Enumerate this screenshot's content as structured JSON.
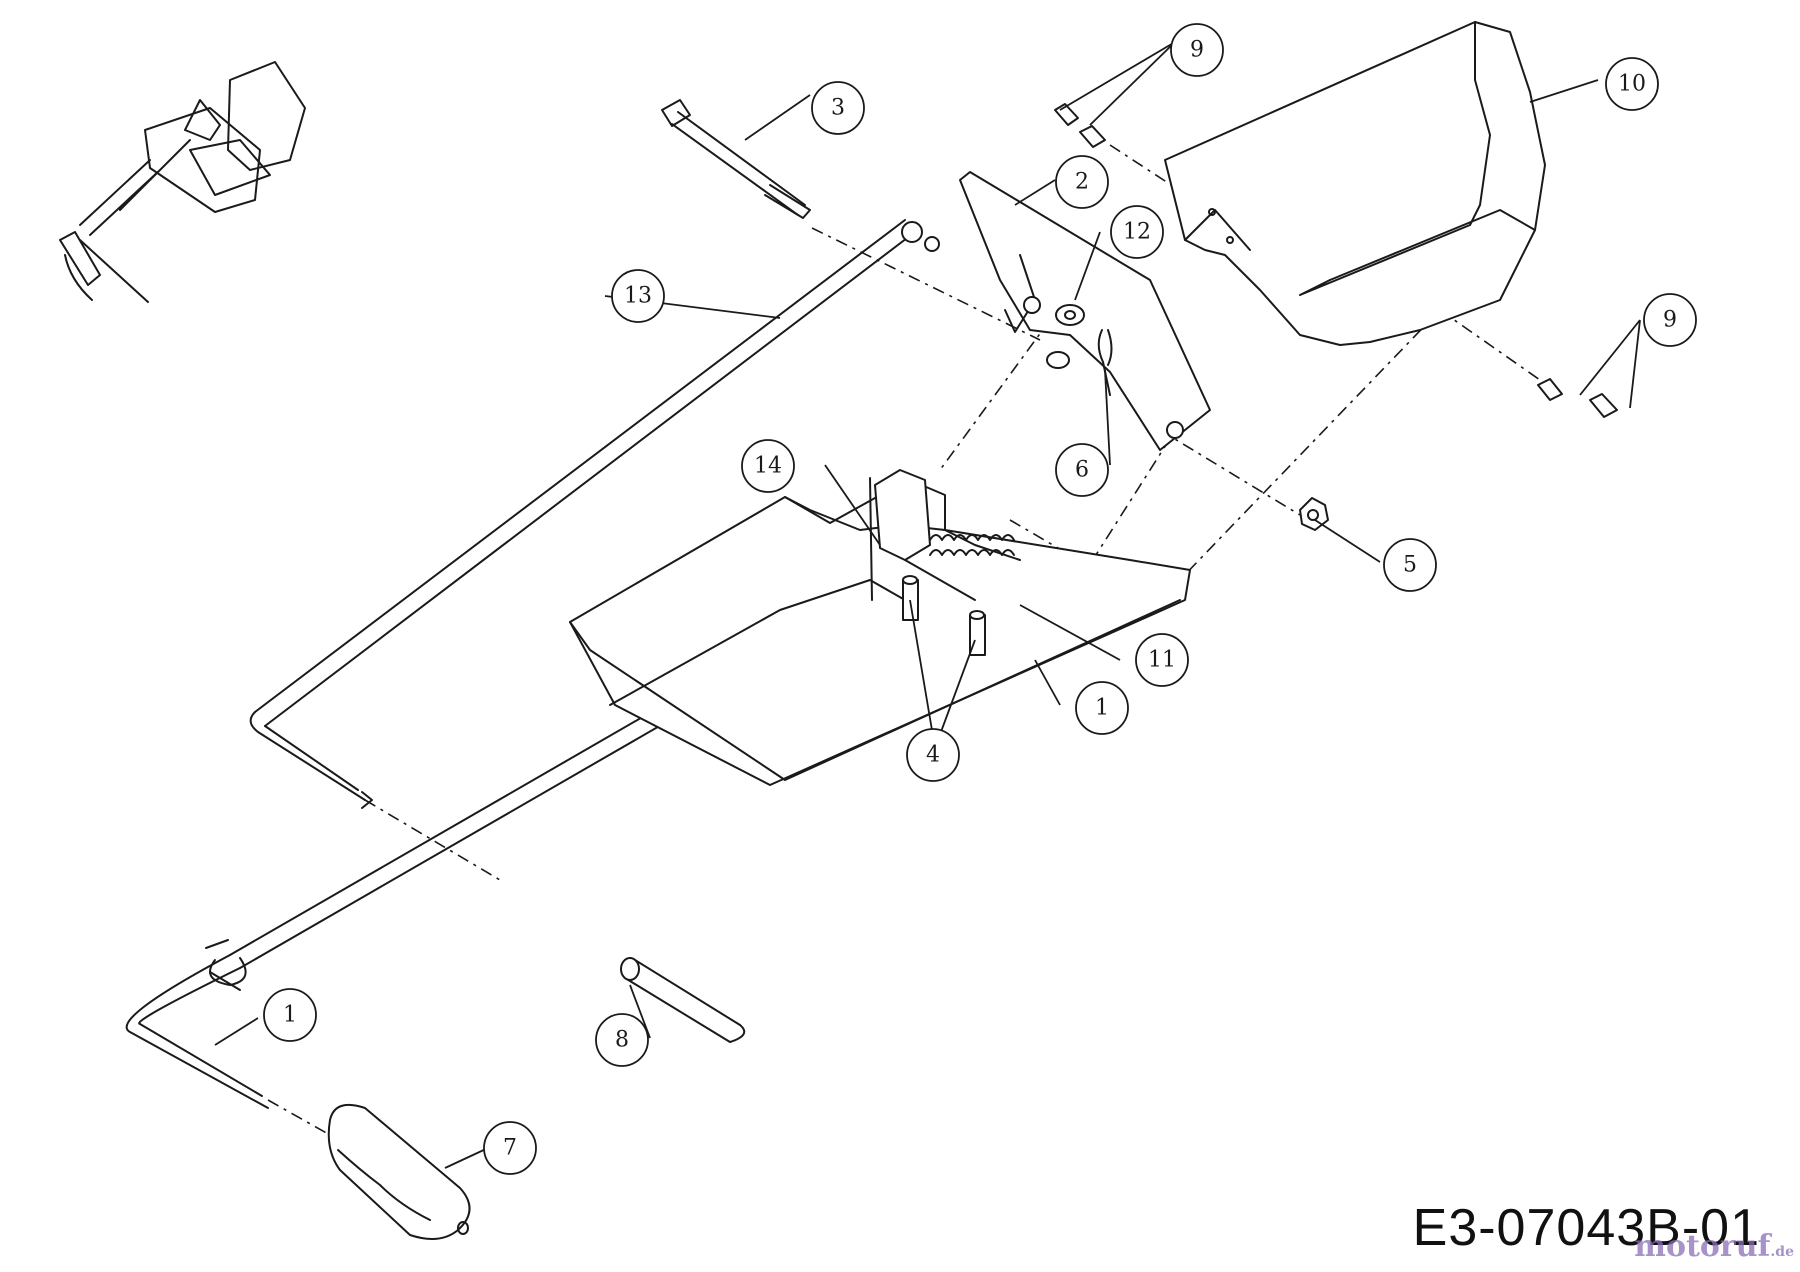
{
  "diagram": {
    "code": "E3-07043B-01",
    "watermark": {
      "name": "motoruf",
      "tld": ".de"
    }
  },
  "callouts": {
    "c1a": "1",
    "c1b": "1",
    "c2": "2",
    "c3": "3",
    "c4": "4",
    "c5": "5",
    "c6": "6",
    "c7": "7",
    "c8": "8",
    "c9a": "9",
    "c9b": "9",
    "c10": "10",
    "c11": "11",
    "c12": "12",
    "c13": "13",
    "c14": "14"
  },
  "colors": {
    "line": "#1a1a1a",
    "background": "#ffffff",
    "watermark": "#8a6fb8"
  }
}
